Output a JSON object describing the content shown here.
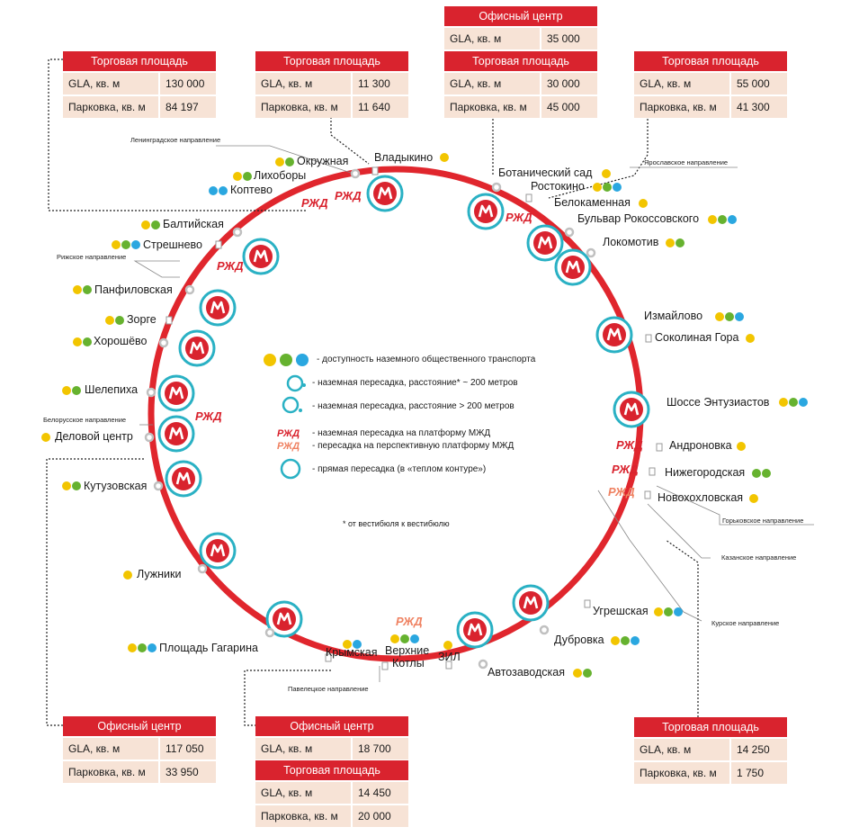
{
  "boxes": [
    {
      "id": "b1",
      "header": "Торговая площадь",
      "rows": [
        {
          "k": "GLA, кв. м",
          "v": "130 000"
        },
        {
          "k": "Парковка, кв. м",
          "v": "84 197"
        }
      ]
    },
    {
      "id": "b2",
      "header": "Торговая площадь",
      "rows": [
        {
          "k": "GLA, кв. м",
          "v": "11 300"
        },
        {
          "k": "Парковка, кв. м",
          "v": "11 640"
        }
      ]
    },
    {
      "id": "b3a",
      "header": "Офисный центр",
      "rows": [
        {
          "k": "GLA, кв. м",
          "v": "35 000"
        }
      ]
    },
    {
      "id": "b3b",
      "header": "Торговая площадь",
      "rows": [
        {
          "k": "GLA, кв. м",
          "v": "30 000"
        },
        {
          "k": "Парковка, кв. м",
          "v": "45 000"
        }
      ]
    },
    {
      "id": "b4",
      "header": "Торговая площадь",
      "rows": [
        {
          "k": "GLA, кв. м",
          "v": "55 000"
        },
        {
          "k": "Парковка, кв. м",
          "v": "41 300"
        }
      ]
    },
    {
      "id": "b5",
      "header": "Офисный центр",
      "rows": [
        {
          "k": "GLA, кв. м",
          "v": "117 050"
        },
        {
          "k": "Парковка, кв. м",
          "v": "33 950"
        }
      ]
    },
    {
      "id": "b6a",
      "header": "Офисный центр",
      "rows": [
        {
          "k": "GLA, кв. м",
          "v": "18 700"
        }
      ]
    },
    {
      "id": "b6b",
      "header": "Торговая площадь",
      "rows": [
        {
          "k": "GLA, кв. м",
          "v": "14 450"
        },
        {
          "k": "Парковка, кв. м",
          "v": "20 000"
        }
      ]
    },
    {
      "id": "b7",
      "header": "Торговая площадь",
      "rows": [
        {
          "k": "GLA, кв. м",
          "v": "14 250"
        },
        {
          "k": "Парковка, кв. м",
          "v": "1 750"
        }
      ]
    }
  ],
  "stations": {
    "okruzhnaya": "Окружная",
    "vladykino": "Владыкино",
    "likhobory": "Лихоборы",
    "koptevo": "Коптево",
    "baltiyskaya": "Балтийская",
    "streshnevo": "Стрешнево",
    "panfilovskaya": "Панфиловская",
    "zorge": "Зорге",
    "khoroshevo": "Хорошёво",
    "shelepikha": "Шелепиха",
    "delovoy": "Деловой центр",
    "kutuzovskaya": "Кутузовская",
    "luzhniki": "Лужники",
    "gagarina": "Площадь Гагарина",
    "krymskaya": "Крымская",
    "verkhnie1": "Верхние",
    "verkhnie2": "Котлы",
    "zil": "ЗИЛ",
    "avtozavodskaya": "Автозаводская",
    "dubrovka": "Дубровка",
    "ugreshskaya": "Угрешская",
    "novokhokhlovskaya": "Новохохловская",
    "nizhegorodskaya": "Нижегородская",
    "andronovka": "Андроновка",
    "shosse": "Шоссе Энтузиастов",
    "sokolinaya": "Соколиная Гора",
    "izmaylovo": "Измайлово",
    "lokomotiv": "Локомотив",
    "bulvar": "Бульвар Рокоссовского",
    "belokamennaya": "Белокаменная",
    "rostokino": "Ростокино",
    "botanicheskiy": "Ботанический сад"
  },
  "directions": {
    "leningrad": "Ленинградское направление",
    "yaroslavl": "Ярославское направление",
    "riga": "Рижское направление",
    "belarus": "Белорусское направление",
    "gorky": "Горьковское направление",
    "kazan": "Казанское направление",
    "kursk": "Курское направление",
    "paveletsk": "Павелецкое направление"
  },
  "legend": {
    "transport": "- доступность наземного общественного транспорта",
    "near": "- наземная пересадка, расстояние* ~ 200 метров",
    "far": "- наземная пересадка, расстояние > 200 метров",
    "rzd": "- наземная пересадка на платформу МЖД",
    "rzd_future": "- пересадка на перспективную платформу МЖД",
    "direct": "- прямая пересадка (в «теплом контуре»)",
    "footnote": "* от вестибюля к вестибюлю"
  },
  "logos": {
    "metro": "М",
    "rzd": "РЖД"
  },
  "colors": {
    "ring": "#e0262d",
    "metro_red": "#d9232e",
    "metro_ring": "#2ab1c4",
    "box_red": "#d9232e",
    "box_row": "#f7e3d6",
    "bus": "#f2c500",
    "tram": "#66b22f",
    "trolley": "#2aa7e0",
    "rzd_future": "#ef8262"
  }
}
